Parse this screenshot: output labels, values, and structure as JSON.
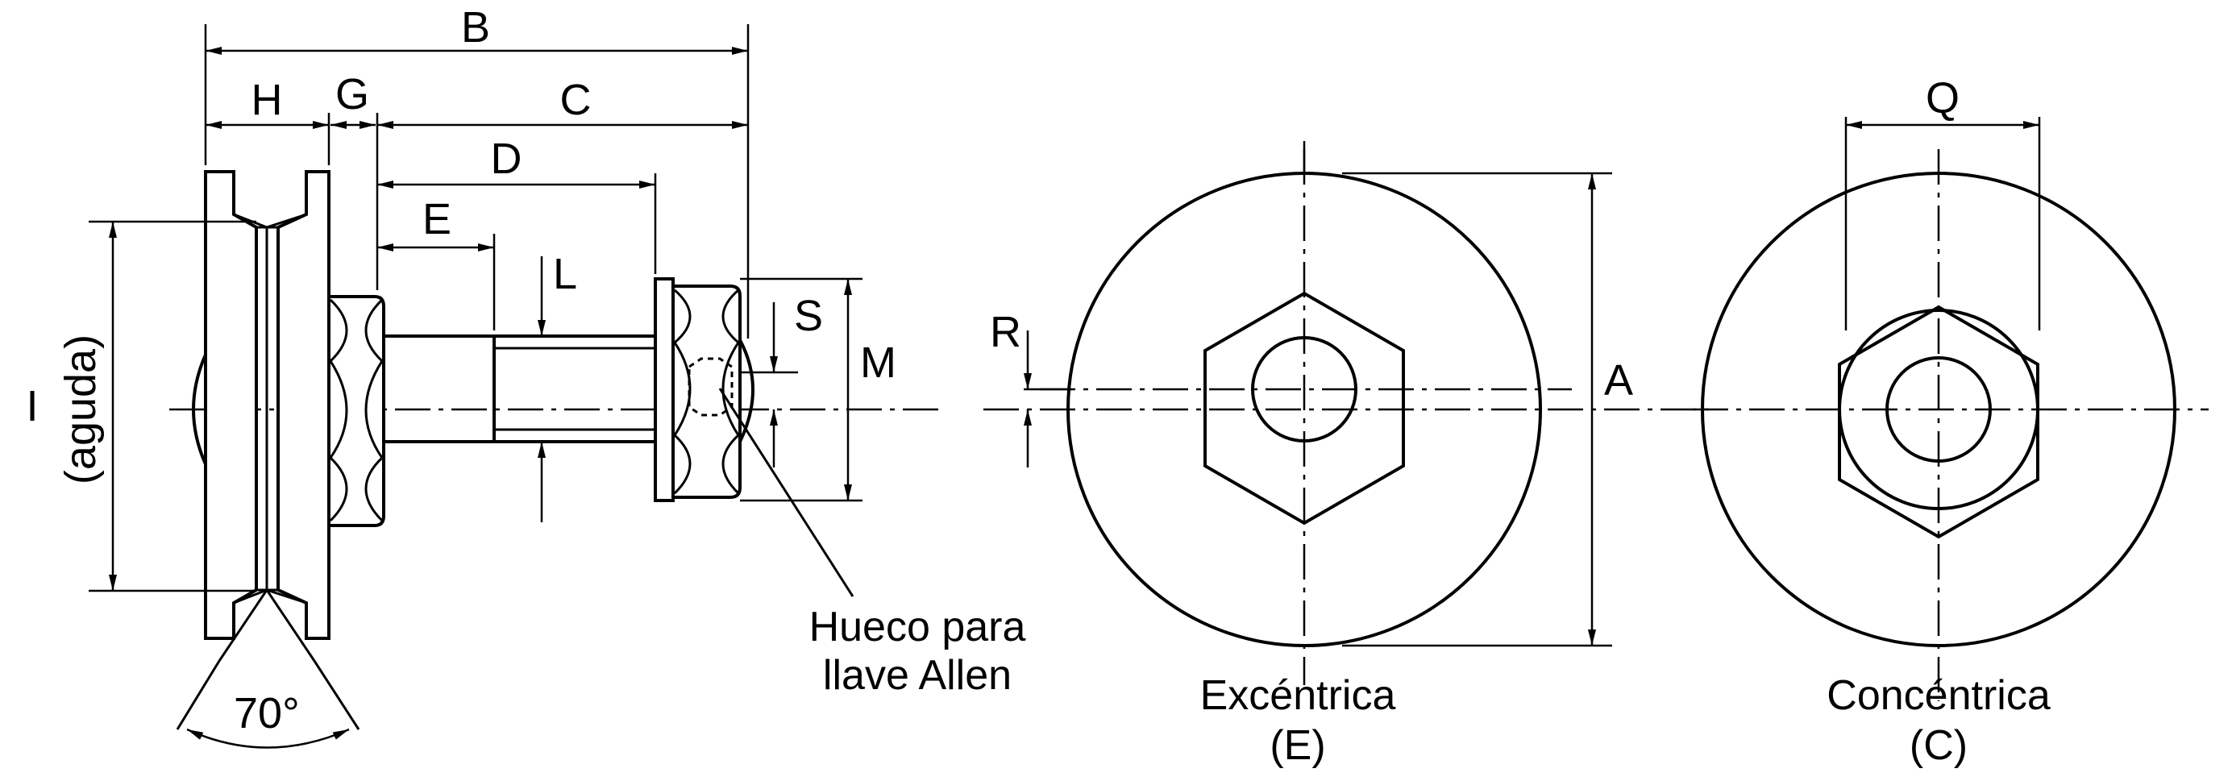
{
  "labels": {
    "A": "A",
    "B": "B",
    "C": "C",
    "D": "D",
    "E": "E",
    "G": "G",
    "H": "H",
    "I": "I",
    "agudo": "(aguda)",
    "L": "L",
    "M": "M",
    "Q": "Q",
    "R": "R",
    "S": "S",
    "angle": "70°"
  },
  "notes": {
    "allen_line1": "Hueco para",
    "allen_line2": "llave Allen",
    "eccentric_name": "Excéntrica",
    "eccentric_code": "(E)",
    "concentric_name": "Concéntrica",
    "concentric_code": "(C)"
  }
}
